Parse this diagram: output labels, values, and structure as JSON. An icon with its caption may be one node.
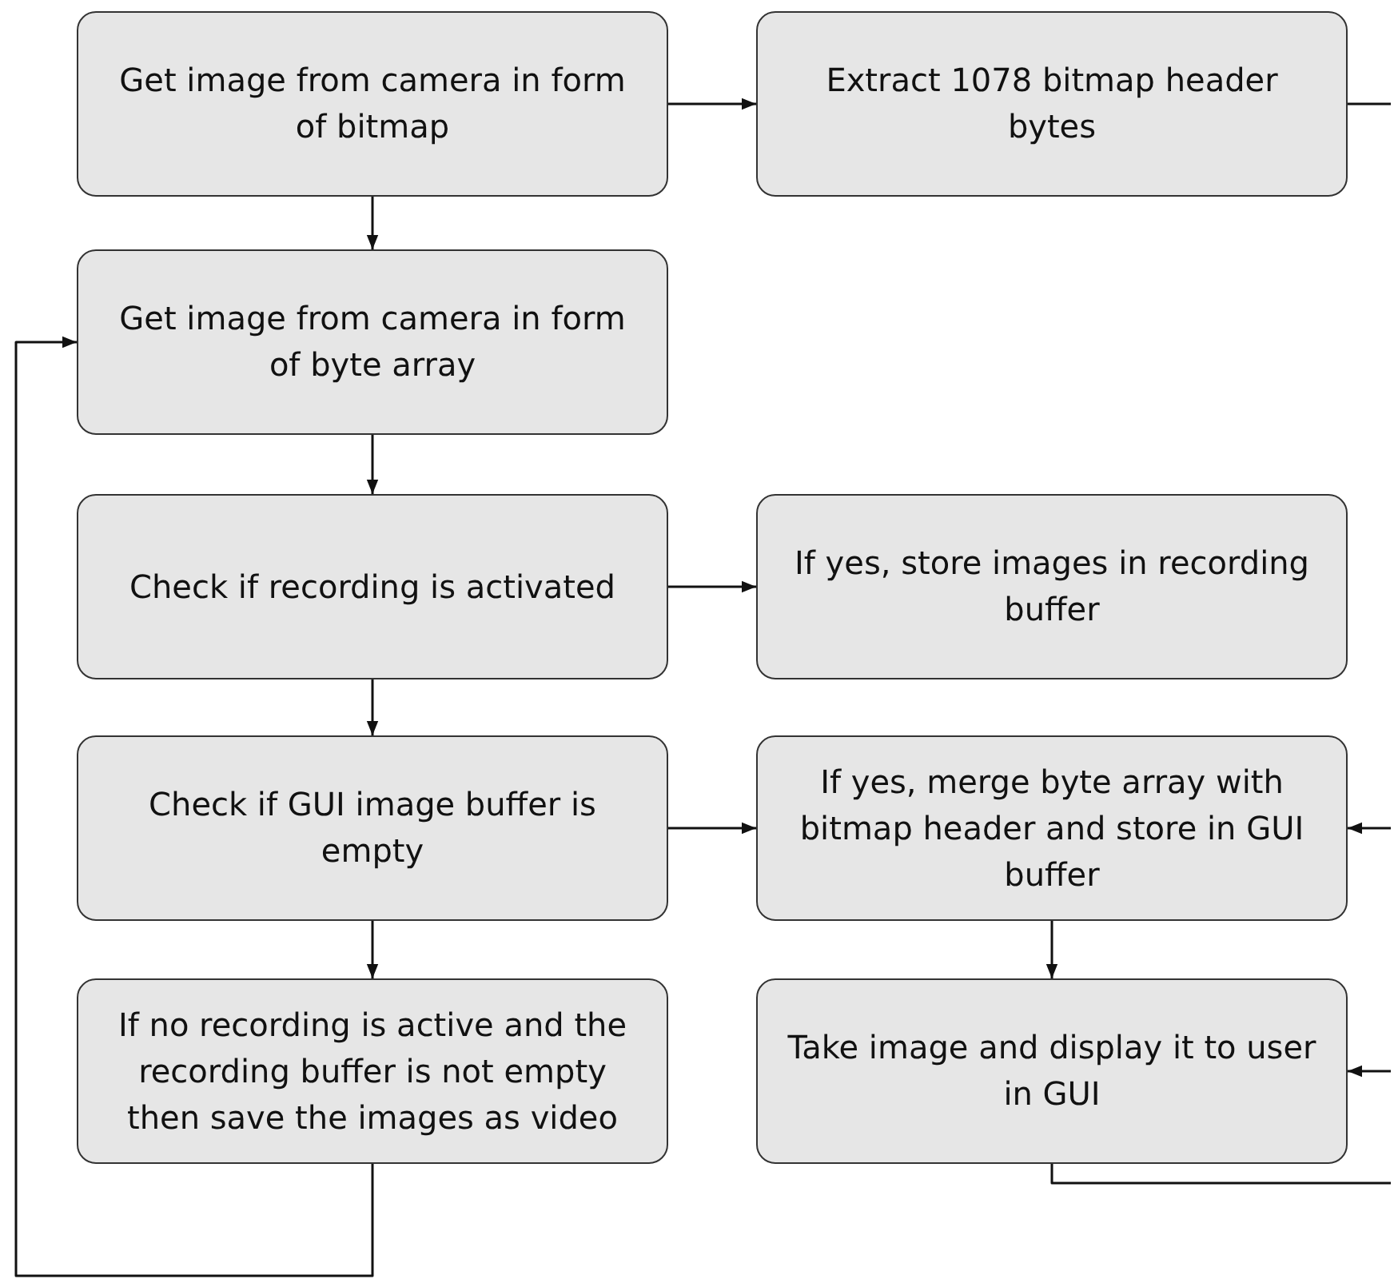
{
  "diagram": {
    "nodes": [
      {
        "text": [
          "Get image from camera in form of bitmap"
        ]
      },
      {
        "text": [
          "Extract 1078 bitmap header bytes"
        ]
      },
      {
        "text": [
          "Get image from camera in form of byte array"
        ]
      },
      {
        "text": [
          "Check if recording is activated"
        ]
      },
      {
        "text": [
          "If yes, store images in recording buffer"
        ]
      },
      {
        "text": [
          "Check if GUI image buffer is empty"
        ]
      },
      {
        "text": [
          "If yes, merge byte array with bitmap header and store in GUI buffer"
        ]
      },
      {
        "text": [
          "If no recording is active and the recording buffer is not empty then save the images as video"
        ]
      },
      {
        "text": [
          "Take image and display it to user in GUI"
        ]
      }
    ],
    "edges": [
      {
        "from": 0,
        "to": 1,
        "arrow": "to"
      },
      {
        "from": 0,
        "to": 2,
        "arrow": "to"
      },
      {
        "from": 2,
        "to": 3,
        "arrow": "to"
      },
      {
        "from": 3,
        "to": 4,
        "arrow": "to"
      },
      {
        "from": 3,
        "to": 5,
        "arrow": "to"
      },
      {
        "from": 5,
        "to": 6,
        "arrow": "to"
      },
      {
        "from": 5,
        "to": 7,
        "arrow": "to"
      },
      {
        "from": 6,
        "to": 8,
        "arrow": "to"
      },
      {
        "from": 7,
        "to": 2,
        "arrow": "to"
      },
      {
        "from": 1,
        "to": null,
        "arrow": "none"
      },
      {
        "from": null,
        "to": 6,
        "arrow": "to"
      },
      {
        "from": null,
        "to": 8,
        "arrow": "to"
      },
      {
        "from": 8,
        "to": null,
        "arrow": "none"
      }
    ]
  }
}
